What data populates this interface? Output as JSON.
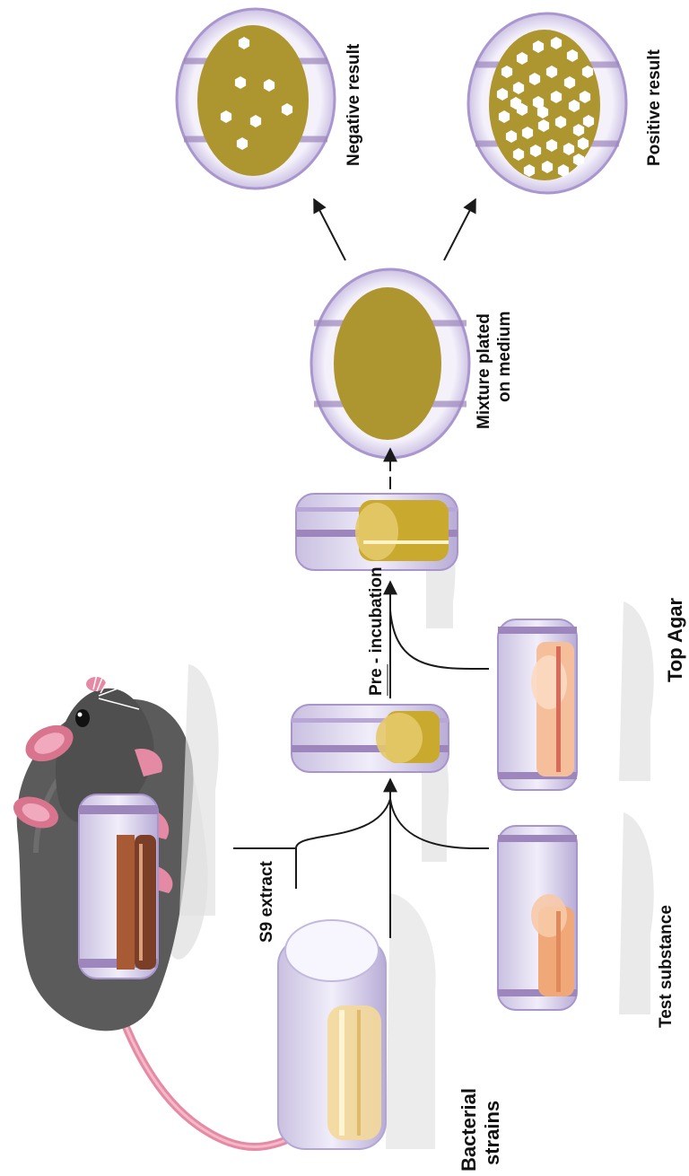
{
  "labels": {
    "bacterial_strains_line1": "Bacterial",
    "bacterial_strains_line2": "strains",
    "s9_extract": "S9 extract",
    "test_substance": "Test substance",
    "pre_incubation": "Pre - incubation",
    "top_agar": "Top Agar",
    "mixture_line1": "Mixture plated",
    "mixture_line2": "on medium",
    "negative_result": "Negative result",
    "positive_result": "Positive result"
  },
  "colors": {
    "agar": "#ad9630",
    "tube_glass": "#dcd6ec",
    "tube_stripe": "#9c86bc",
    "rat_body": "#5b5b5b",
    "rat_pink": "#e58aa5",
    "arrow": "#1a1a1a",
    "s9_liquid": "#7a3f26",
    "test_liquid": "#f0a878",
    "mix_liquid": "#c9aa2e",
    "colony": "#ffffff"
  },
  "icons": [
    "rat-icon",
    "test-tube-icon",
    "petri-dish-icon",
    "arrow-icon",
    "colony-icon"
  ],
  "plates": {
    "negative_colony_count": 7,
    "positive_colony_count": 34
  }
}
